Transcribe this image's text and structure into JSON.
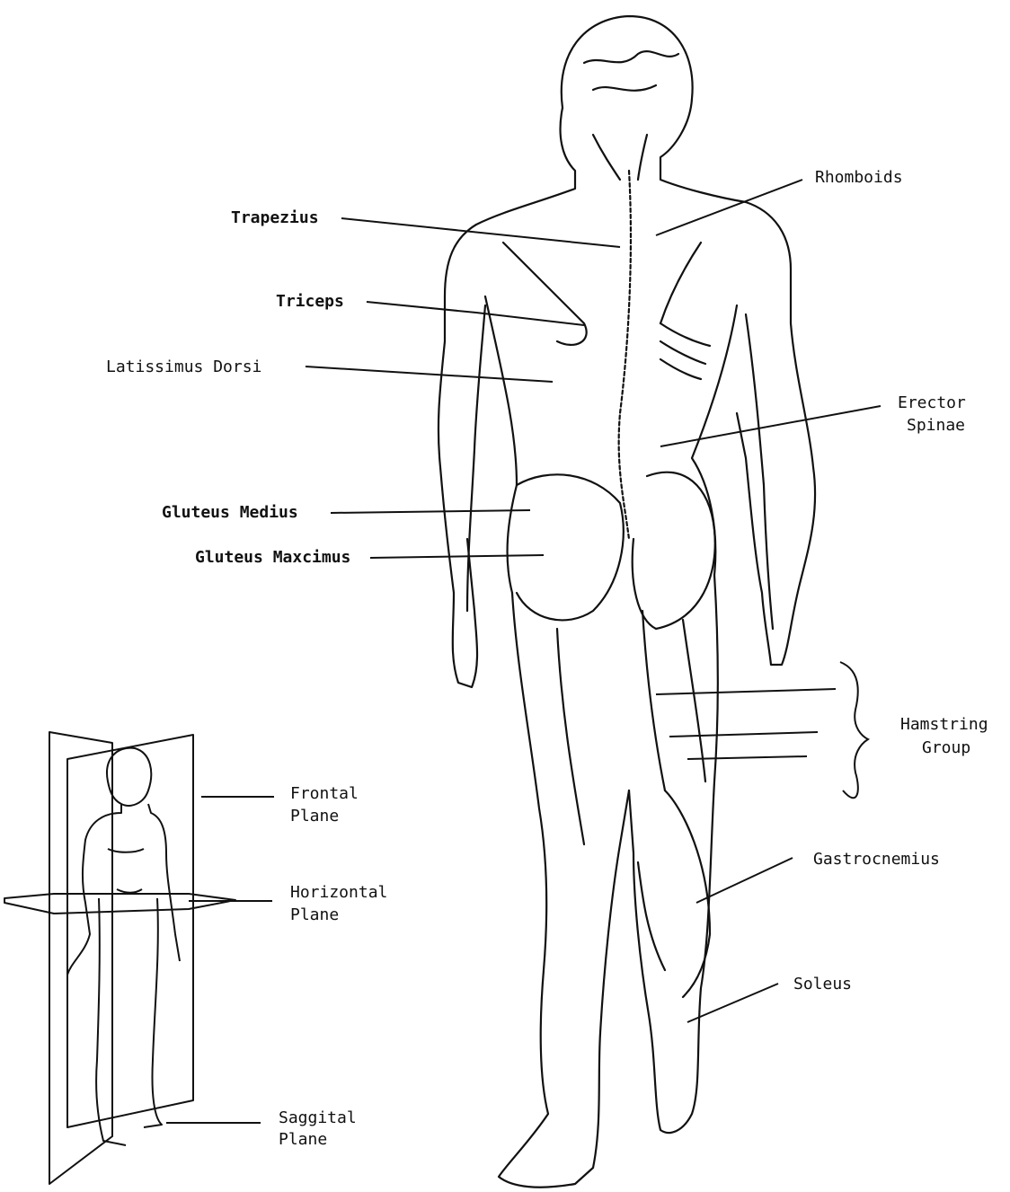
{
  "labels": {
    "trapezius": "Trapezius",
    "triceps": "Triceps",
    "latissimus_dorsi": "Latissimus Dorsi",
    "gluteus_medius": "Gluteus Medius",
    "gluteus_maximus": "Gluteus Maxcimus",
    "rhomboids": "Rhomboids",
    "erector_spinae_1": "Erector",
    "erector_spinae_2": "Spinae",
    "hamstring_1": "Hamstring",
    "hamstring_2": "Group",
    "gastrocnemius": "Gastrocnemius",
    "soleus": "Soleus",
    "frontal_1": "Frontal",
    "frontal_2": "Plane",
    "horizontal_1": "Horizontal",
    "horizontal_2": "Plane",
    "saggital_1": "Saggital",
    "saggital_2": "Plane"
  },
  "colors": {
    "ink": "#111111",
    "paper": "#ffffff"
  }
}
